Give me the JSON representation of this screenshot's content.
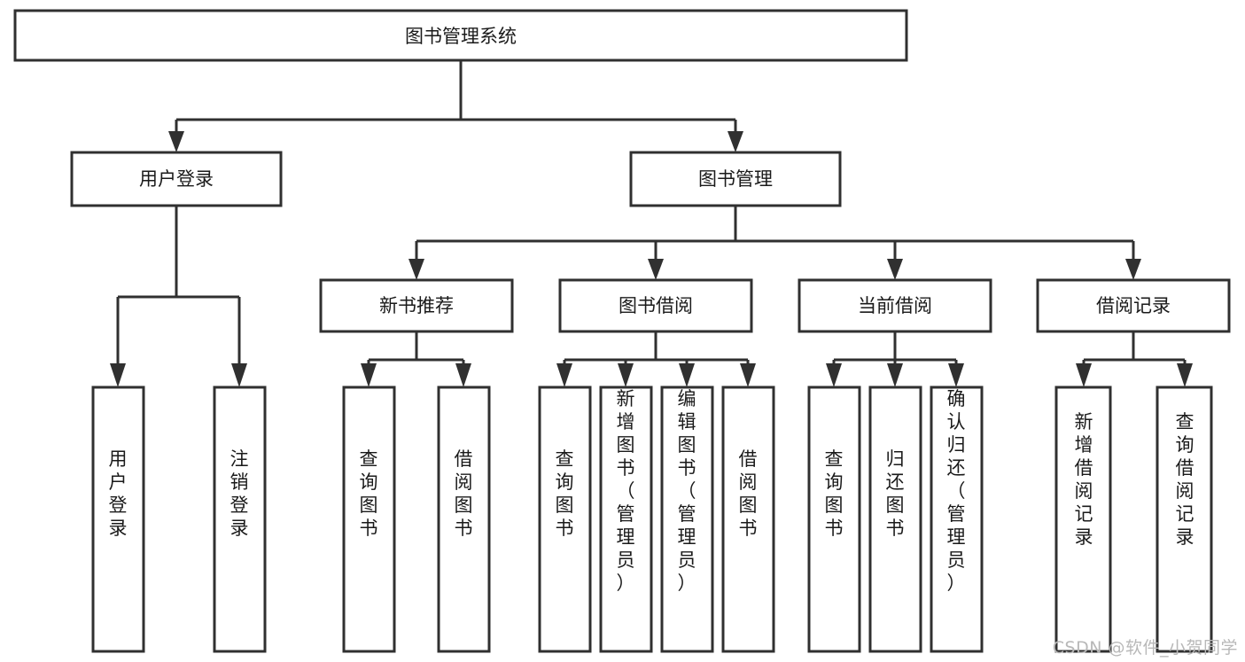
{
  "diagram": {
    "type": "tree-hierarchy",
    "title": "图书管理系统",
    "watermark": "CSDN @软件_小贺同学",
    "root": {
      "id": "root",
      "label": "图书管理系统"
    },
    "level2": [
      {
        "id": "user-login",
        "label": "用户登录"
      },
      {
        "id": "book-manage",
        "label": "图书管理"
      }
    ],
    "level3": [
      {
        "id": "new-book-recommend",
        "label": "新书推荐",
        "parent": "book-manage"
      },
      {
        "id": "book-borrow",
        "label": "图书借阅",
        "parent": "book-manage"
      },
      {
        "id": "current-borrow",
        "label": "当前借阅",
        "parent": "book-manage"
      },
      {
        "id": "borrow-record",
        "label": "借阅记录",
        "parent": "book-manage"
      }
    ],
    "leaves": {
      "user-login": [
        {
          "id": "leaf-user-login",
          "label": "用户登录"
        },
        {
          "id": "leaf-logout",
          "label": "注销登录"
        }
      ],
      "new-book-recommend": [
        {
          "id": "leaf-query-books-1",
          "label": "查询图书"
        },
        {
          "id": "leaf-borrow-books-1",
          "label": "借阅图书"
        }
      ],
      "book-borrow": [
        {
          "id": "leaf-query-books-2",
          "label": "查询图书"
        },
        {
          "id": "leaf-add-book",
          "label": "新增图书（管理员）"
        },
        {
          "id": "leaf-edit-book",
          "label": "编辑图书（管理员）"
        },
        {
          "id": "leaf-borrow-books-2",
          "label": "借阅图书"
        }
      ],
      "current-borrow": [
        {
          "id": "leaf-query-books-3",
          "label": "查询图书"
        },
        {
          "id": "leaf-return-book",
          "label": "归还图书"
        },
        {
          "id": "leaf-confirm-return",
          "label": "确认归还（管理员）"
        }
      ],
      "borrow-record": [
        {
          "id": "leaf-add-record",
          "label": "新增借阅记录"
        },
        {
          "id": "leaf-query-record",
          "label": "查询借阅记录"
        }
      ]
    },
    "colors": {
      "stroke": "#303030",
      "fill": "#ffffff",
      "text": "#1a1a1a",
      "watermark": "#b8b8b8"
    }
  }
}
